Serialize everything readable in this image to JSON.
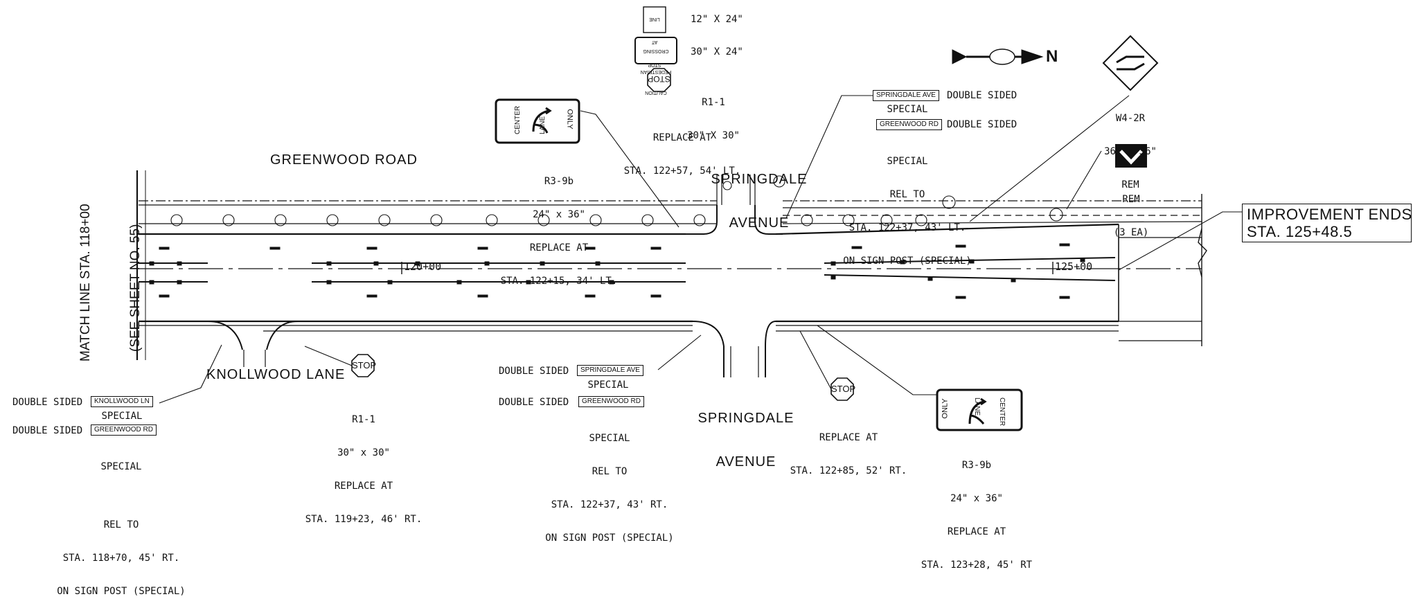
{
  "sheet": {
    "match_line": [
      "MATCH LINE STA. 118+00",
      "(SEE SHEET NO. 55)"
    ],
    "improvement_end": [
      "IMPROVEMENT ENDS",
      "STA. 125+48.5"
    ],
    "stations": [
      "120+00",
      "125+00"
    ],
    "streets": {
      "greenwood": "GREENWOOD ROAD",
      "springdale_top": [
        "SPRINGDALE",
        "AVENUE"
      ],
      "springdale_bottom": [
        "SPRINGDALE",
        "AVENUE"
      ],
      "knollwood": "KNOLLWOOD LANE"
    }
  },
  "signs": {
    "top_stack": {
      "stop_line_sign": [
        "STOP",
        "AT",
        "LINE"
      ],
      "stop_line_size": "12\" X 24\"",
      "caution_sign": [
        "CAUTION",
        "PEDESTRIAN",
        "CROSSING"
      ],
      "caution_size": "30\" X 24\"",
      "stop_word": "STOP",
      "code": "R1-1",
      "size": "30\" X 30\"",
      "action": "REPLACE AT",
      "station": "STA. 122+57, 54' LT."
    },
    "r3_top": {
      "plate_left": [
        "CENTER",
        "LANE"
      ],
      "plate_right": "ONLY",
      "code": "R3-9b",
      "size": "24\" x 36\"",
      "action": "REPLACE AT",
      "station": "STA. 122+15, 34' LT."
    },
    "street_top": {
      "sign1": "SPRINGDALE AVE",
      "note1": "DOUBLE SIDED",
      "special1": "SPECIAL",
      "sign2": "GREENWOOD RD",
      "note2": "DOUBLE SIDED",
      "special2": "SPECIAL",
      "action": "REL TO",
      "station": "STA. 122+37, 43' LT.",
      "post": "ON SIGN POST (SPECIAL)"
    },
    "w4": {
      "code": "W4-2R",
      "size": "36\" x 36\"",
      "action": "REM"
    },
    "chevron": {
      "action": "REM",
      "count": "(3 EA)"
    },
    "knollwood_signs": {
      "note1": "DOUBLE SIDED",
      "sign1": "KNOLLWOOD LN",
      "special1": "SPECIAL",
      "note2": "DOUBLE SIDED",
      "sign2": "GREENWOOD RD",
      "special2": "SPECIAL",
      "action": "REL TO",
      "station": "STA. 118+70, 45' RT.",
      "post": "ON SIGN POST (SPECIAL)"
    },
    "stop_knollwood": {
      "word": "STOP",
      "code": "R1-1",
      "size": "30\" x 30\"",
      "action": "REPLACE AT",
      "station": "STA. 119+23, 46' RT."
    },
    "street_bottom": {
      "note1": "DOUBLE SIDED",
      "sign1": "SPRINGDALE AVE",
      "special1": "SPECIAL",
      "note2": "DOUBLE SIDED",
      "sign2": "GREENWOOD RD",
      "special2": "SPECIAL",
      "action": "REL TO",
      "station": "STA. 122+37, 43' RT.",
      "post": "ON SIGN POST (SPECIAL)"
    },
    "stop_springdale": {
      "word": "STOP",
      "action": "REPLACE AT",
      "station": "STA. 122+85, 52' RT."
    },
    "r3_bottom": {
      "plate_left": "ONLY",
      "plate_right": [
        "CENTER",
        "LANE"
      ],
      "code": "R3-9b",
      "size": "24\" x 36\"",
      "action": "REPLACE AT",
      "station": "STA. 123+28, 45' RT"
    }
  },
  "north_arrow": {
    "letter": "N",
    "icon": "north-arrow-icon"
  }
}
